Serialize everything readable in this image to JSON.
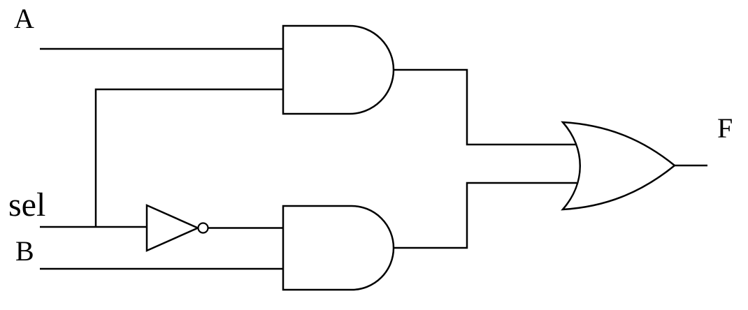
{
  "diagram": {
    "type": "logic-circuit",
    "labels": {
      "input_a": "A",
      "input_sel": "sel",
      "input_b": "B",
      "output_f": "F"
    },
    "colors": {
      "stroke": "#000000",
      "background": "#ffffff"
    },
    "gates": [
      {
        "id": "and-gate-1",
        "type": "AND",
        "inputs": [
          "A",
          "sel"
        ],
        "output": "to-or-gate-top"
      },
      {
        "id": "not-gate-1",
        "type": "NOT",
        "inputs": [
          "sel"
        ],
        "output": "sel-inverted"
      },
      {
        "id": "and-gate-2",
        "type": "AND",
        "inputs": [
          "sel-inverted",
          "B"
        ],
        "output": "to-or-gate-bottom"
      },
      {
        "id": "or-gate-1",
        "type": "OR",
        "inputs": [
          "to-or-gate-top",
          "to-or-gate-bottom"
        ],
        "output": "F"
      }
    ]
  }
}
